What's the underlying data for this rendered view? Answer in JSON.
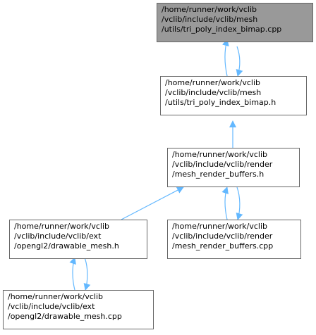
{
  "diagram": {
    "edge_color": "#63b8ff",
    "nodes": [
      {
        "id": "n0",
        "lines": [
          "/home/runner/work/vclib",
          "/vclib/include/vclib/mesh",
          "/utils/tri_poly_index_bimap.cpp"
        ],
        "highlighted": true
      },
      {
        "id": "n1",
        "lines": [
          "/home/runner/work/vclib",
          "/vclib/include/vclib/mesh",
          "/utils/tri_poly_index_bimap.h"
        ],
        "highlighted": false
      },
      {
        "id": "n2",
        "lines": [
          "/home/runner/work/vclib",
          "/vclib/include/vclib/render",
          "/mesh_render_buffers.h"
        ],
        "highlighted": false
      },
      {
        "id": "n3",
        "lines": [
          "/home/runner/work/vclib",
          "/vclib/include/vclib/ext",
          "/opengl2/drawable_mesh.h"
        ],
        "highlighted": false
      },
      {
        "id": "n4",
        "lines": [
          "/home/runner/work/vclib",
          "/vclib/include/vclib/render",
          "/mesh_render_buffers.cpp"
        ],
        "highlighted": false
      },
      {
        "id": "n5",
        "lines": [
          "/home/runner/work/vclib",
          "/vclib/include/vclib/ext",
          "/opengl2/drawable_mesh.cpp"
        ],
        "highlighted": false
      }
    ],
    "edges": [
      {
        "from": "n1",
        "to": "n0"
      },
      {
        "from": "n0",
        "to": "n1"
      },
      {
        "from": "n2",
        "to": "n1"
      },
      {
        "from": "n3",
        "to": "n2"
      },
      {
        "from": "n4",
        "to": "n2"
      },
      {
        "from": "n2",
        "to": "n4"
      },
      {
        "from": "n5",
        "to": "n3"
      },
      {
        "from": "n3",
        "to": "n5"
      }
    ]
  }
}
